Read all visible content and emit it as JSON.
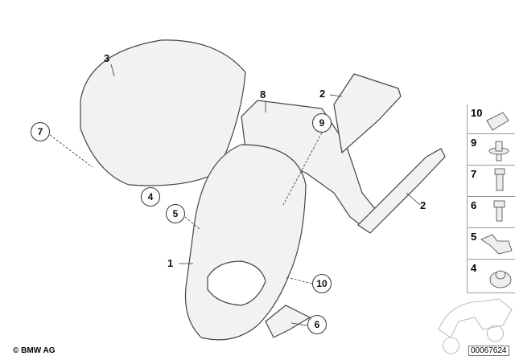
{
  "callouts": [
    {
      "label": "3",
      "style": "plain"
    },
    {
      "label": "7",
      "style": "circle"
    },
    {
      "label": "8",
      "style": "plain"
    },
    {
      "label": "2",
      "style": "plain"
    },
    {
      "label": "9",
      "style": "circle"
    },
    {
      "label": "2",
      "style": "plain"
    },
    {
      "label": "4",
      "style": "circle"
    },
    {
      "label": "5",
      "style": "circle"
    },
    {
      "label": "1",
      "style": "plain"
    },
    {
      "label": "10",
      "style": "circle"
    },
    {
      "label": "6",
      "style": "circle"
    }
  ],
  "side_panel": {
    "items": [
      {
        "label": "10",
        "icon": "clip-nut-icon"
      },
      {
        "label": "9",
        "icon": "expanding-rivet-icon"
      },
      {
        "label": "7",
        "icon": "screw-long-icon"
      },
      {
        "label": "6",
        "icon": "screw-short-icon"
      },
      {
        "label": "5",
        "icon": "clip-icon"
      },
      {
        "label": "4",
        "icon": "rubber-grommet-icon"
      }
    ],
    "motorcycle_icon": "motorcycle-thumbnail-icon"
  },
  "footer": {
    "copyright": "© BMW AG",
    "diagram_code": "00067624"
  }
}
